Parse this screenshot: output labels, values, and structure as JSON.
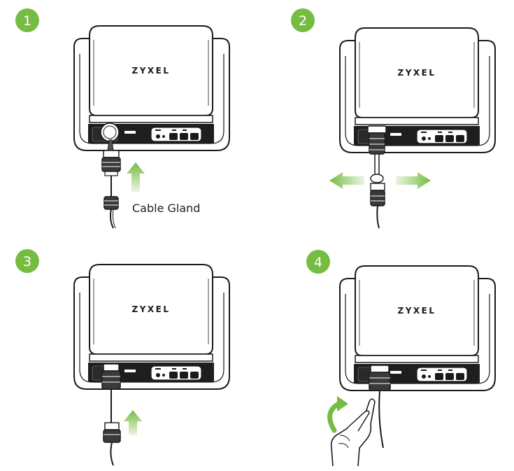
{
  "steps": [
    {
      "number": "1",
      "brand": "ZYXEL",
      "callout": "Cable Gland"
    },
    {
      "number": "2",
      "brand": "ZYXEL"
    },
    {
      "number": "3",
      "brand": "ZYXEL"
    },
    {
      "number": "4",
      "brand": "ZYXEL"
    }
  ],
  "colors": {
    "badge": "#76bc43",
    "arrow": "#76bc43",
    "line": "#1a1a1a"
  },
  "icons": [
    "device-icon",
    "cable-gland-icon",
    "arrow-up-icon",
    "arrow-left-icon",
    "arrow-right-icon",
    "rotate-arrow-icon",
    "hand-icon"
  ]
}
